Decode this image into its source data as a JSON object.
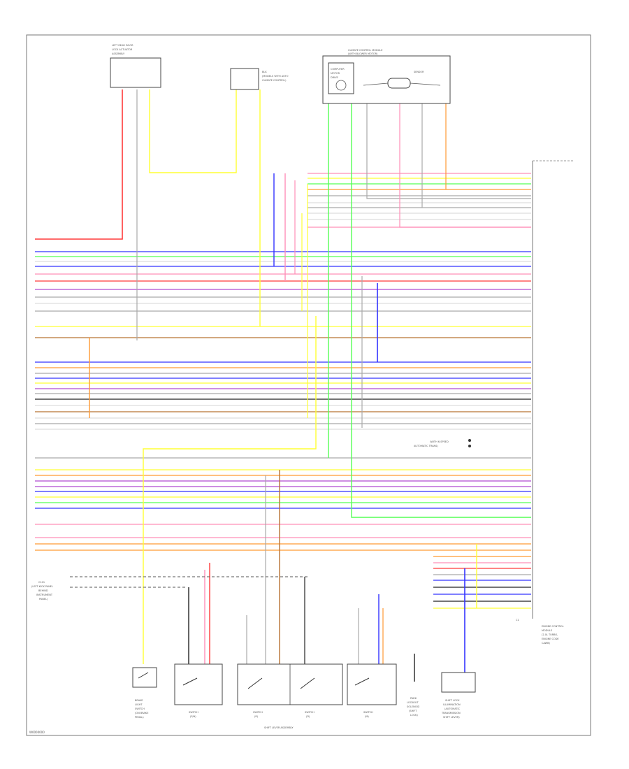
{
  "diagram": {
    "footer_code": "W0000000",
    "connector_label": "C1",
    "switch_group_label": "SHIFT LEVER ASSEMBLY"
  },
  "top_left_component": {
    "title_lines": [
      "LEFT REAR DOOR",
      "LOCK ACTUATOR",
      "ASSEMBLY"
    ],
    "pin_colors": [
      "RED",
      "GRY",
      "YEL"
    ]
  },
  "small_connector": {
    "labels": [
      "BLK",
      "(MODELS WITH AUTO",
      "CLIMATE CONTROL)"
    ],
    "wire_label": "BLK"
  },
  "top_right_component": {
    "title_lines": [
      "CLIMATE CONTROL MODULE",
      "(WITH BLOWER MOTOR)"
    ],
    "inner_left": [
      "COMPUTER",
      "MOTOR",
      "DRIVE"
    ],
    "inner_right": "SENSOR"
  },
  "right_component": {
    "title_lines": [
      "ENGINE CONTROL",
      "MODULE",
      "(2.0L TURBO,",
      "ENGINE CODE",
      "CAWB)"
    ]
  },
  "left_splice": {
    "labels": [
      "C101",
      "(LEFT KICK PANEL",
      "BEHIND",
      "INSTRUMENT",
      "PANEL)"
    ]
  },
  "right_small_labels": [
    "(WITH 6-SPEED",
    "AUTOMATIC TRANS)"
  ],
  "bottom_components": [
    {
      "lines": [
        "BRAKE",
        "LIGHT",
        "SWITCH",
        "(ON BRAKE",
        "PEDAL)"
      ]
    },
    {
      "lines": [
        "SWITCH",
        "(P/N)"
      ]
    },
    {
      "lines": [
        "SWITCH",
        "(R)"
      ]
    },
    {
      "lines": [
        "SWITCH",
        "(D)"
      ]
    },
    {
      "lines": [
        "SWITCH",
        "(M)"
      ]
    },
    {
      "lines": [
        "PARK",
        "LOCKOUT",
        "SOLENOID",
        "(SHIFT",
        "LOCK)"
      ]
    },
    {
      "lines": [
        "SHIFT LOCK",
        "ILLUMINATION",
        "(AUTOMATIC",
        "TRANSMISSION",
        "SHIFT LEVER)"
      ]
    }
  ],
  "wire_colors": {
    "red": "#ff3a3a",
    "pink": "#ff8fb8",
    "yellow": "#ffff33",
    "green": "#55ff55",
    "blue": "#3333ff",
    "violet": "#b04bd0",
    "orange": "#ff9a33",
    "brown": "#b87333",
    "gray": "#a9a9a9",
    "black": "#222222",
    "white": "#dddddd"
  }
}
